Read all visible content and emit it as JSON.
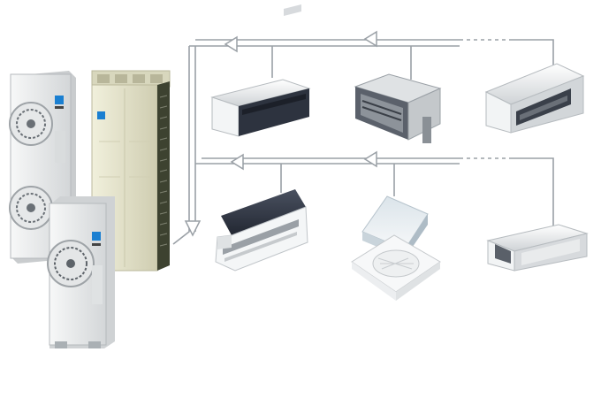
{
  "diagram": {
    "type": "multi-split-ac-system",
    "colors": {
      "pipe": "#9aa0a6",
      "unit_body": "#eceeee",
      "unit_shadow": "#c9ccce",
      "vrv_body": "#e7e6cf",
      "grille": "#2f3540",
      "logo_blue": "#1a7fd1"
    },
    "outdoor_units": [
      {
        "id": "outdoor-double-fan",
        "icon": "outdoor-unit-double-fan"
      },
      {
        "id": "outdoor-vrv-tall",
        "icon": "outdoor-unit-vrv"
      },
      {
        "id": "outdoor-single-fan",
        "icon": "outdoor-unit-single-fan"
      }
    ],
    "indoor_rows": [
      {
        "row": "top",
        "units": [
          {
            "id": "slim-duct",
            "icon": "slim-ducted-unit"
          },
          {
            "id": "mid-duct",
            "icon": "ducted-unit"
          },
          {
            "id": "high-duct",
            "icon": "high-static-ducted-unit"
          }
        ]
      },
      {
        "row": "bottom",
        "units": [
          {
            "id": "one-way-cassette",
            "icon": "one-way-cassette"
          },
          {
            "id": "round-cassette",
            "icon": "four-way-cassette"
          },
          {
            "id": "concealed-duct",
            "icon": "concealed-duct-unit"
          }
        ]
      }
    ]
  }
}
